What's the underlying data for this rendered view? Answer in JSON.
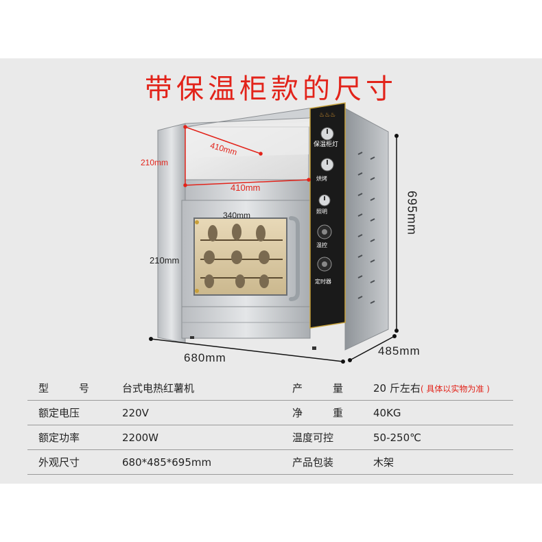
{
  "title": "带保温柜款的尺寸",
  "dimensions": {
    "top_width_red": "410mm",
    "front_width_red": "410mm",
    "top_height_red": "210mm",
    "window_width": "340mm",
    "window_height": "210mm",
    "overall_width": "680mm",
    "overall_depth": "485mm",
    "overall_height": "695mm"
  },
  "control_panel": {
    "label_top": "保温柜灯",
    "label_2": "烘烤",
    "label_3": "照明",
    "label_4": "温控",
    "label_5": "定时器"
  },
  "specs": [
    {
      "label1": "型　号",
      "value1": "台式电热红薯机",
      "label2": "产　量",
      "value2": "20 斤左右",
      "note2": "( 具体以实物为准 )"
    },
    {
      "label1": "额定电压",
      "value1": "220V",
      "label2": "净　重",
      "value2": "40KG",
      "note2": ""
    },
    {
      "label1": "额定功率",
      "value1": "2200W",
      "label2": "温度可控",
      "value2": "50-250℃",
      "note2": ""
    },
    {
      "label1": "外观尺寸",
      "value1": "680*485*695mm",
      "label2": "产品包装",
      "value2": "木架",
      "note2": ""
    }
  ]
}
